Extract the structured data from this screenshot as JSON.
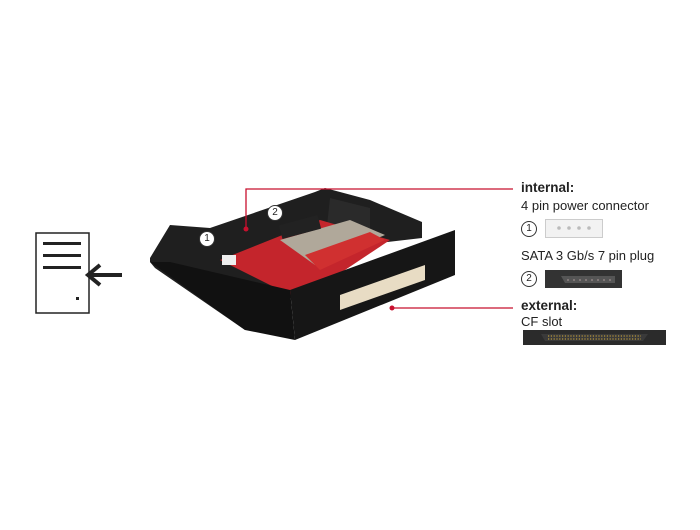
{
  "callouts": {
    "internal_heading": "internal:",
    "power_label": "4 pin power connector",
    "power_number": "1",
    "sata_label": "SATA 3 Gb/s 7 pin plug",
    "sata_number": "2",
    "external_heading": "external:",
    "cf_label": "CF slot"
  },
  "product_markers": {
    "marker_1": "1",
    "marker_2": "2"
  },
  "colors": {
    "callout_line": "#c8102e",
    "bracket": "#1e1e1e",
    "pcb": "#c4252c"
  },
  "icons": [
    "document-insert-icon"
  ]
}
